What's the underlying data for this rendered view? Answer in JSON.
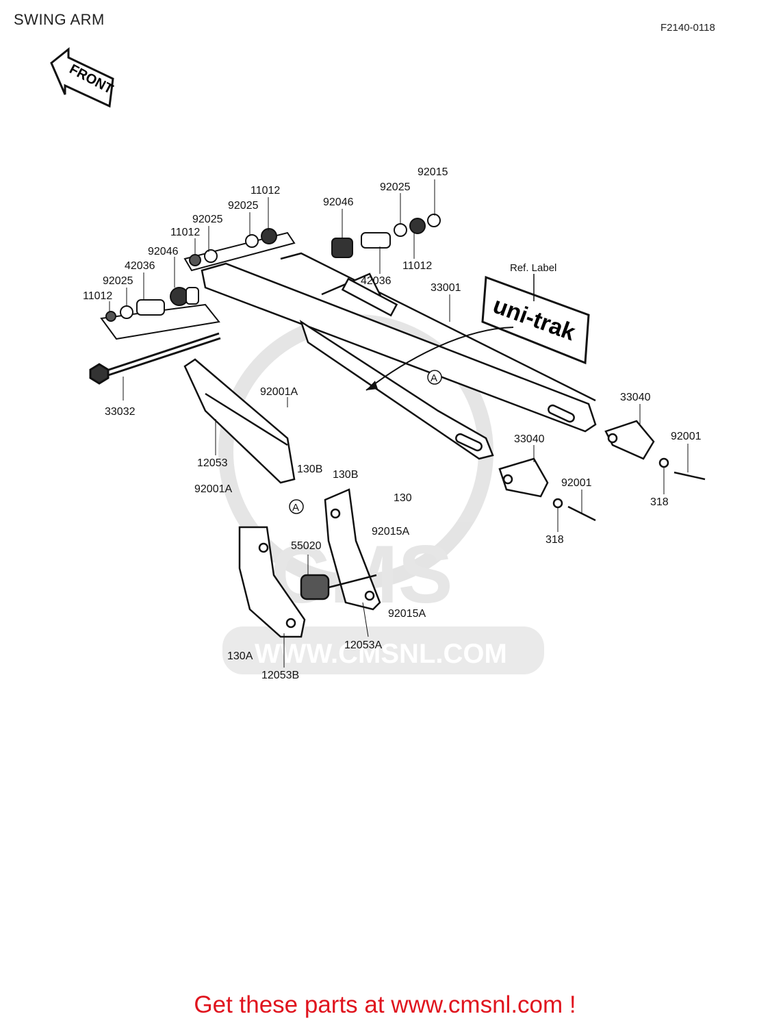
{
  "header": {
    "title": "SWING ARM",
    "figure_code": "F2140-0118"
  },
  "front_label": "FRONT",
  "ref_label": {
    "caption": "Ref.  Label",
    "text": "uni-trak"
  },
  "callout_marker": "A",
  "watermark": {
    "logo": "CMS",
    "url": "WWW.CMSNL.COM"
  },
  "parts": {
    "p92015_top": "92015",
    "p92025_tr": "92025",
    "p92046_tr": "92046",
    "p11012_tr": "11012",
    "p42036_tr": "42036",
    "p11012_top": "11012",
    "p92025_a": "92025",
    "p92025_b": "92025",
    "p11012_a": "11012",
    "p92046_l": "92046",
    "p42036_l": "42036",
    "p92025_l": "92025",
    "p11012_l": "11012",
    "p33001": "33001",
    "p33032": "33032",
    "p92001A_top": "92001A",
    "p12053": "12053",
    "p130B_a": "130B",
    "p130B_b": "130B",
    "p92001A_bot": "92001A",
    "p130": "130",
    "p92015A_a": "92015A",
    "p55020": "55020",
    "p92015A_b": "92015A",
    "p130A": "130A",
    "p12053A": "12053A",
    "p12053B": "12053B",
    "p33040_r": "33040",
    "p92001_r": "92001",
    "p318_r": "318",
    "p33040_m": "33040",
    "p92001_m": "92001",
    "p318_m": "318"
  },
  "footer": {
    "text": "Get these parts at www.cmsnl.com !"
  },
  "colors": {
    "footer_text": "#e0141e",
    "line_art": "#111111",
    "watermark": "#d9d9d9"
  }
}
